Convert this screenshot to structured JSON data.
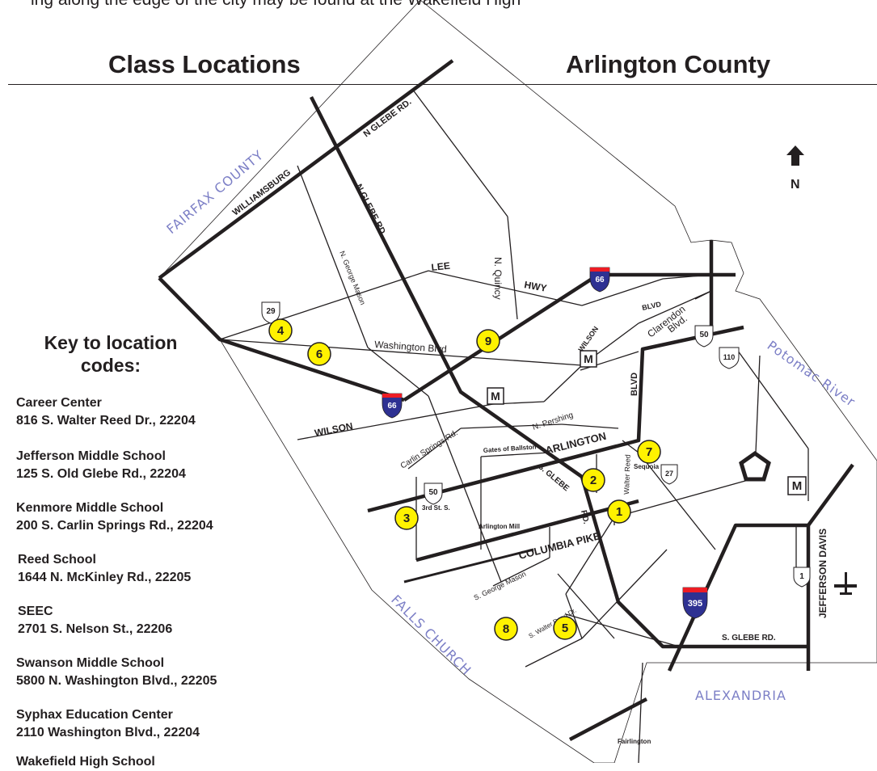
{
  "header": {
    "top_text": "ing along the edge of the city may be found at the Wakefield High",
    "title_left": "Class Locations",
    "title_right": "Arlington County"
  },
  "key": {
    "title_line1": "Key to location",
    "title_line2": "codes:",
    "locations": [
      {
        "name": "Career Center",
        "address": "816 S. Walter Reed Dr., 22204"
      },
      {
        "name": "Jefferson Middle School",
        "address": "125 S. Old Glebe Rd., 22204"
      },
      {
        "name": "Kenmore Middle School",
        "address": "200 S. Carlin Springs  Rd., 22204"
      },
      {
        "name": "Reed School",
        "address": "1644 N. McKinley Rd., 22205"
      },
      {
        "name": "SEEC",
        "address": "2701 S. Nelson St., 22206"
      },
      {
        "name": "Swanson Middle School",
        "address": "5800 N. Washington Blvd., 22205"
      },
      {
        "name": "Syphax Education Center",
        "address": "2110 Washington Blvd., 22204"
      },
      {
        "name": "Wakefield High School",
        "address": ""
      }
    ]
  },
  "map": {
    "north_label": "N",
    "regions": {
      "fairfax": "FAIRFAX COUNTY",
      "falls_church": "FALLS CHURCH",
      "potomac": "Potomac River",
      "alexandria": "ALEXANDRIA"
    },
    "roads": {
      "n_glebe_top": "N GLEBE RD.",
      "williamsburg": "WILLIAMSBURG",
      "n_glebe_diag": "N GLEBE RD.",
      "n_george_mason": "N. George Mason",
      "n_quincy": "N. Quincy",
      "lee": "LEE",
      "hwy": "HWY",
      "wilson_blvd_a": "WILSON",
      "blvd_a": "BLVD",
      "clarendon": "Clarendon",
      "clarendon_blvd": "Blvd.",
      "washington_blvd": "Washington Blvd",
      "wilson_left": "WILSON",
      "n_pershing": "N. Pershing",
      "blvd_vertical": "BLVD",
      "arlington": "ARLINGTON",
      "carlin_springs": "Carlin Springs Rd.",
      "gates_of_ballston": "Gates of Ballston",
      "s_glebe": "S. GLEBE",
      "rd": "RD.",
      "walter_reed": "Walter Reed",
      "sequoia": "Sequoia",
      "third_st": "3rd St. S.",
      "arlington_mill": "Arlington Mill",
      "columbia_pike": "COLUMBIA PIKE",
      "s_george_mason": "S. George Mason",
      "s_walter_reed": "S. Walter Reed Dr.",
      "s_glebe_bottom": "S. GLEBE RD.",
      "jefferson_davis": "JEFFERSON DAVIS",
      "fairlington": "Fairlington"
    },
    "shields": {
      "i66_a": "66",
      "i66_b": "66",
      "us29": "29",
      "us50_a": "50",
      "us50_b": "50",
      "va110": "110",
      "va27": "27",
      "i395": "395",
      "us1": "1"
    },
    "metro_label": "M",
    "markers": [
      {
        "id": "1",
        "label": "1"
      },
      {
        "id": "2",
        "label": "2"
      },
      {
        "id": "3",
        "label": "3"
      },
      {
        "id": "4",
        "label": "4"
      },
      {
        "id": "5",
        "label": "5"
      },
      {
        "id": "6",
        "label": "6"
      },
      {
        "id": "7",
        "label": "7"
      },
      {
        "id": "8",
        "label": "8"
      },
      {
        "id": "9",
        "label": "9"
      }
    ],
    "colors": {
      "marker_fill": "#fff200",
      "interstate_blue": "#2e3192",
      "interstate_red": "#ed1c24",
      "region_label": "#7c7fc6"
    }
  }
}
